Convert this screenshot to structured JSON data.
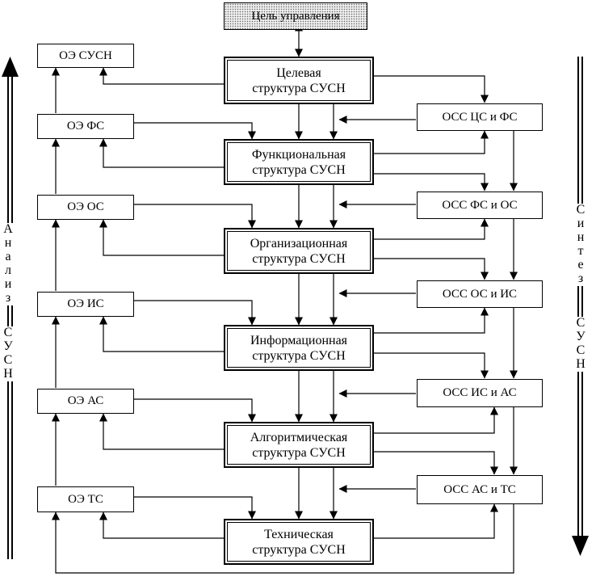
{
  "goal": "Цель управления",
  "structures": [
    {
      "id": "cs",
      "line1": "Целевая",
      "line2": "структура СУСН"
    },
    {
      "id": "fs",
      "line1": "Функциональная",
      "line2": "структура СУСН"
    },
    {
      "id": "os",
      "line1": "Организационная",
      "line2": "структура СУСН"
    },
    {
      "id": "is",
      "line1": "Информационная",
      "line2": "структура СУСН"
    },
    {
      "id": "as",
      "line1": "Алгоритмическая",
      "line2": "структура СУСН"
    },
    {
      "id": "ts",
      "line1": "Техническая",
      "line2": "структура СУСН"
    }
  ],
  "left_boxes": [
    "ОЭ СУСН",
    "ОЭ ФС",
    "ОЭ ОС",
    "ОЭ ИС",
    "ОЭ АС",
    "ОЭ ТС"
  ],
  "right_boxes": [
    "ОСС ЦС и ФС",
    "ОСС ФС и ОС",
    "ОСС ОС и ИС",
    "ОСС ИС и АС",
    "ОСС АС и ТС"
  ],
  "side_labels": {
    "left": {
      "word1": "Анализ",
      "word2": "СУСН"
    },
    "right": {
      "word1": "Синтез",
      "word2": "СУСН"
    }
  }
}
